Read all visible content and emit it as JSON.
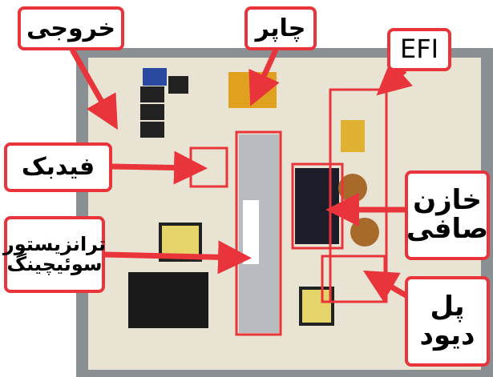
{
  "labels": {
    "output": "خروجی",
    "chopper": "چاپر",
    "efi": "EFI",
    "feedback": "فیدبک",
    "switching_line1": "ترانزیستور",
    "switching_line2": "سوئیچینگ",
    "capacitor_line1": "خازن",
    "capacitor_line2": "صافی",
    "diode_line1": "پل",
    "diode_line2": "دیود"
  },
  "colors": {
    "annotation": "#e8343a",
    "board": "#e9e3d3",
    "chassis": "#8a8f94"
  }
}
